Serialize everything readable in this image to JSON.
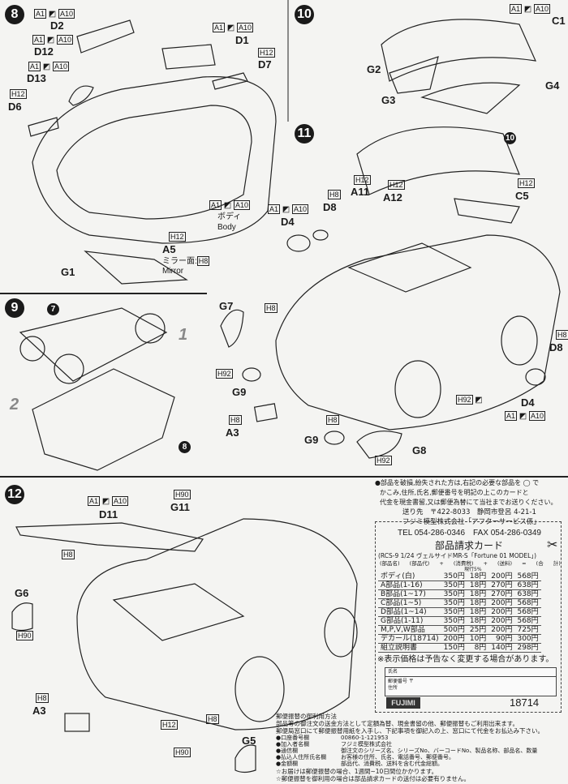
{
  "steps": {
    "s8": {
      "number": "8"
    },
    "s9": {
      "number": "9",
      "ref_step": "7",
      "sub1": "1",
      "sub2": "2",
      "ref_step2": "8"
    },
    "s10": {
      "number": "10"
    },
    "s11": {
      "number": "11",
      "ref_step": "10"
    },
    "s12": {
      "number": "12"
    }
  },
  "colors": {
    "A1": "A1",
    "A10": "A10",
    "H8": "H8",
    "H12": "H12",
    "H90": "H90",
    "H92": "H92"
  },
  "parts": {
    "D2": "D2",
    "D1": "D1",
    "D7": "D7",
    "D12": "D12",
    "D13": "D13",
    "D6": "D6",
    "A5": "A5",
    "G1": "G1",
    "body_jp": "ボディ",
    "body_en": "Body",
    "mirror_jp": "ミラー面:",
    "mirror_en": "Mirror",
    "C1": "C1",
    "G2": "G2",
    "G3": "G3",
    "G4": "G4",
    "A11": "A11",
    "A12": "A12",
    "C5": "C5",
    "D8": "D8",
    "D4": "D4",
    "G7": "G7",
    "G9": "G9",
    "A3": "A3",
    "G8": "G8",
    "D11": "D11",
    "G11": "G11",
    "G6": "G6",
    "G5": "G5"
  },
  "notice": {
    "line1": "●部品を破損,紛失された方は,右記の必要な部品を ◯ で",
    "line2": "かこみ,住所,氏名,郵便番号を明記の上このカードと",
    "line3": "代金を現金書留,又は郵便為替にて当社までお送りください。",
    "address": "送り先　〒422-8033　静岡市登呂 4-21-1",
    "company": "フジミ模型株式会社「アフターサービス係」",
    "tel": "TEL 054-286-0346　FAX 054-286-0349",
    "scissors_icon": "scissors-icon"
  },
  "card": {
    "title": "部品請求カード",
    "product": "(RCS-9 1/24 ヴェルサイドMR-S「Fortune 01 MODEL」)",
    "headers": [
      "(部品名)",
      "(部品代)",
      "+ (消費税)",
      "+ (送料)",
      "= (合 計)"
    ],
    "tax_note": "現行5%",
    "rows": [
      [
        "ボディ(白)",
        "350円",
        "18円",
        "200円",
        "568円"
      ],
      [
        "A部品(1-16)",
        "350円",
        "18円",
        "270円",
        "638円"
      ],
      [
        "B部品(1~17)",
        "350円",
        "18円",
        "270円",
        "638円"
      ],
      [
        "C部品(1~5)",
        "350円",
        "18円",
        "200円",
        "568円"
      ],
      [
        "D部品(1~14)",
        "350円",
        "18円",
        "200円",
        "568円"
      ],
      [
        "G部品(1-11)",
        "350円",
        "18円",
        "200円",
        "568円"
      ],
      [
        "M,P,V,W部品",
        "500円",
        "25円",
        "200円",
        "725円"
      ],
      [
        "デカール(18714)",
        "200円",
        "10円",
        "90円",
        "300円"
      ],
      [
        "組立説明書",
        "150円",
        "8円",
        "140円",
        "298円"
      ]
    ],
    "price_note": "※表示価格は予告なく変更する場合があります。",
    "name_label": "氏名",
    "postal_label": "郵便番号 〒",
    "address_label": "住所",
    "logo_text": "FUJIMI",
    "code": "18714"
  },
  "postal": {
    "title": "郵便振替の御利用方法",
    "intro1": "部品等の御注文の送金方法として定額為替、現金書留の他、郵便振替もご利用出来ます。",
    "intro2": "郵便局窓口にて郵便振替用紙を入手し、下記事項を御記入の上、窓口にて代金をお払込み下さい。",
    "items": [
      [
        "●口座番号欄",
        "00860-1-121953"
      ],
      [
        "●加入者名欄",
        "フジミ模型株式会社"
      ],
      [
        "●通信欄",
        "御注文のシリーズ名、シリーズNo、バーコードNo、製品名称、部品名、数量"
      ],
      [
        "●払込人住所氏名欄",
        "お客様の住所、氏名、電話番号、郵便番号。"
      ],
      [
        "●金額欄",
        "部品代、消費税、送料を含む代金総額。"
      ]
    ],
    "note1": "☆お届けは郵便振替の場合、1週間~10日間位かかります。",
    "note2": "☆郵便振替を御利用の場合は部品請求カードの送付は必要有りません。"
  }
}
